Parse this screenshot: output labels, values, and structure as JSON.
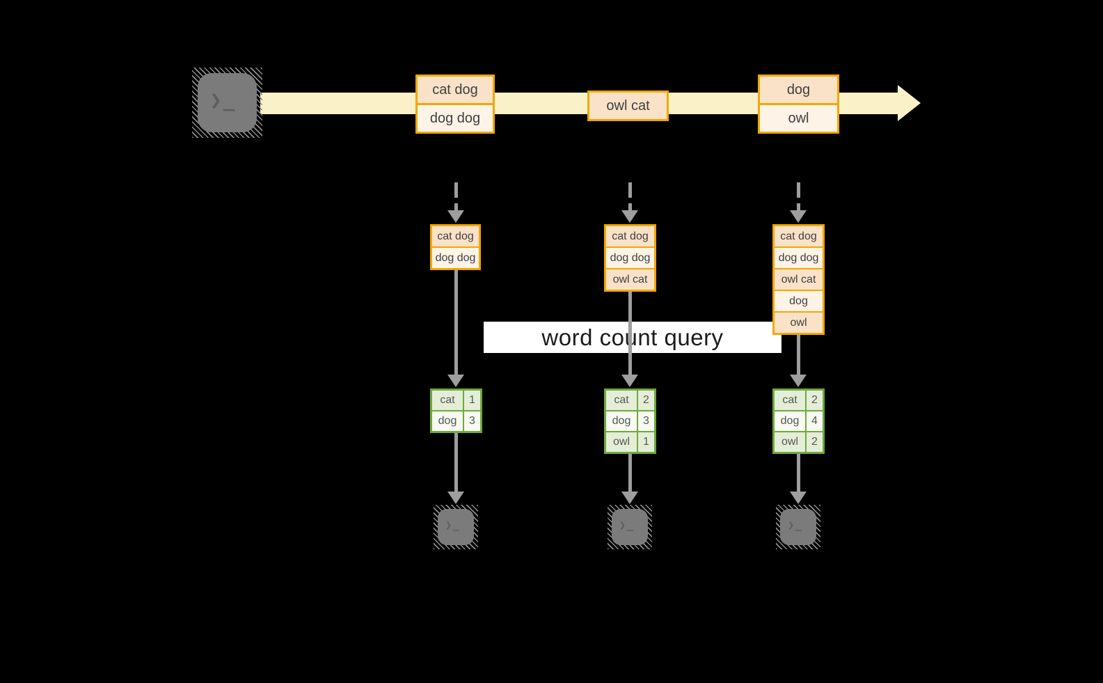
{
  "diagram": {
    "query_label": "word count query",
    "terminal_prompt": "❯_",
    "icons": {
      "source": "terminal-icon",
      "workers": [
        "terminal-icon",
        "terminal-icon",
        "terminal-icon"
      ]
    },
    "colors": {
      "background": "#000000",
      "stream_band": "#FBF1C9",
      "box_border_gold": "#F2A702",
      "box_fill_peach": "#FAE2C8",
      "box_fill_cream": "#FDF3E6",
      "table_border_green": "#6FA83F",
      "table_fill_light_green": "#E4EED7",
      "table_fill_white": "#F6FAF1",
      "arrow_gray": "#9E9E9E",
      "terminal_gray": "#7B7B7B",
      "query_band": "#FFFFFF"
    },
    "stream": {
      "batches": [
        {
          "messages": [
            "cat dog",
            "dog dog"
          ]
        },
        {
          "messages": [
            "owl cat"
          ]
        },
        {
          "messages": [
            "dog",
            "owl"
          ]
        }
      ]
    },
    "columns": [
      {
        "input_state": [
          "cat dog",
          "dog dog"
        ],
        "result_table": {
          "rows": [
            [
              "cat",
              "1"
            ],
            [
              "dog",
              "3"
            ]
          ]
        }
      },
      {
        "input_state": [
          "cat dog",
          "dog dog",
          "owl cat"
        ],
        "result_table": {
          "rows": [
            [
              "cat",
              "2"
            ],
            [
              "dog",
              "3"
            ],
            [
              "owl",
              "1"
            ]
          ]
        }
      },
      {
        "input_state": [
          "cat dog",
          "dog dog",
          "owl cat",
          "dog",
          "owl"
        ],
        "result_table": {
          "rows": [
            [
              "cat",
              "2"
            ],
            [
              "dog",
              "4"
            ],
            [
              "owl",
              "2"
            ]
          ]
        }
      }
    ]
  }
}
